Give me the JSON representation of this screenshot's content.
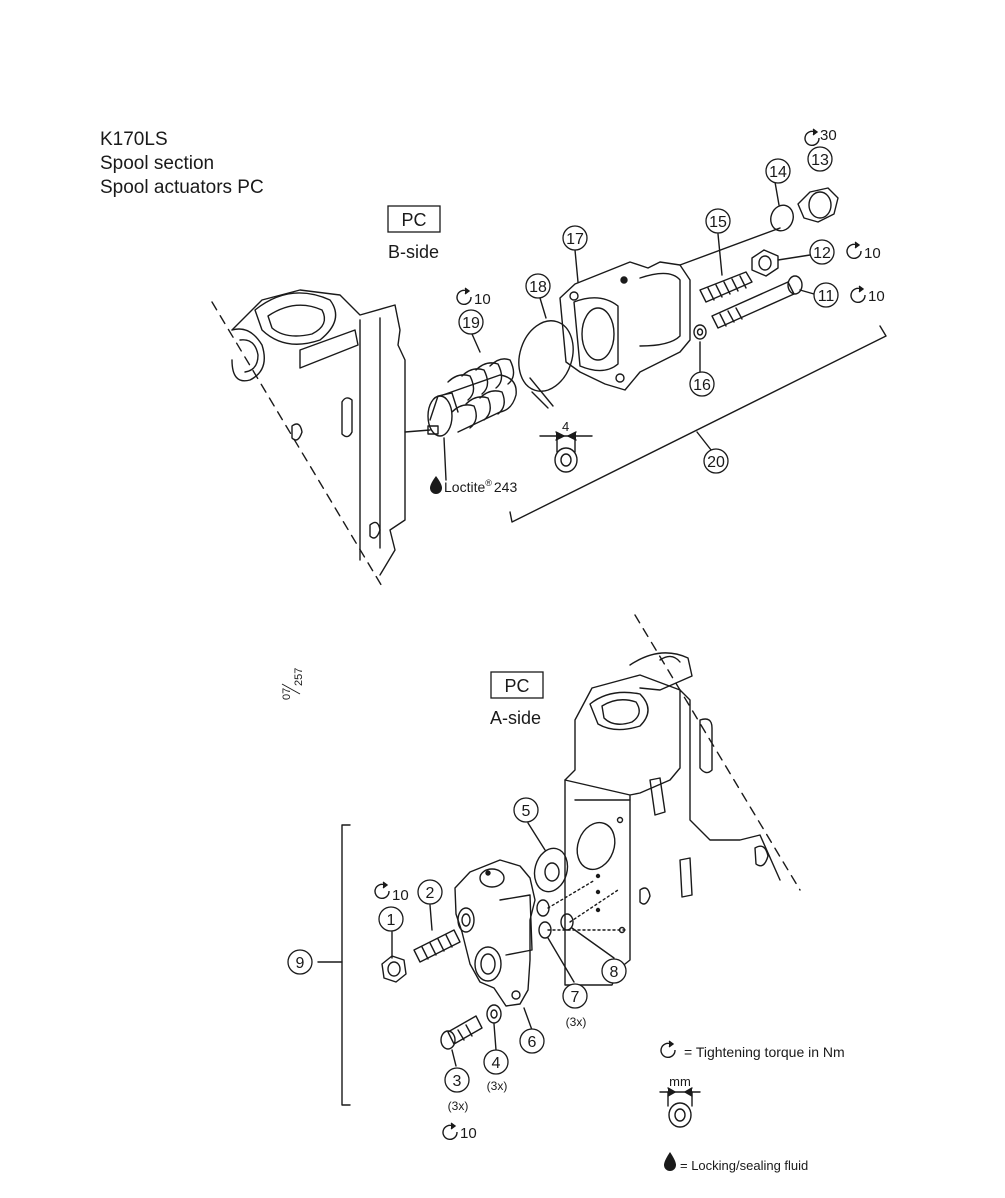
{
  "title": {
    "line1": "K170LS",
    "line2": "Spool section",
    "line3": "Spool actuators PC"
  },
  "b_side": {
    "box": "PC",
    "side": "B-side"
  },
  "a_side": {
    "box": "PC",
    "side": "A-side"
  },
  "page_ref": {
    "num": "07",
    "den": "257"
  },
  "callouts": {
    "c1": "1",
    "c2": "2",
    "c3": "3",
    "c4": "4",
    "c5": "5",
    "c6": "6",
    "c7": "7",
    "c8": "8",
    "c9": "9",
    "c11": "11",
    "c12": "12",
    "c13": "13",
    "c14": "14",
    "c15": "15",
    "c16": "16",
    "c17": "17",
    "c18": "18",
    "c19": "19",
    "c20": "20"
  },
  "torques": {
    "t13": "30",
    "t12": "10",
    "t11": "10",
    "t19": "10",
    "t1": "10",
    "t3": "10"
  },
  "quantities": {
    "q7": "(3x)",
    "q4": "(3x)",
    "q3": "(3x)"
  },
  "dimension": {
    "value": "4"
  },
  "loctite": {
    "brand": "Loctite",
    "mark": "®",
    "grade": "243"
  },
  "legend": {
    "torque": "= Tightening torque in Nm",
    "mm": "mm",
    "fluid": "= Locking/sealing fluid"
  },
  "colors": {
    "ink": "#1a1a1a",
    "paper": "#ffffff"
  }
}
